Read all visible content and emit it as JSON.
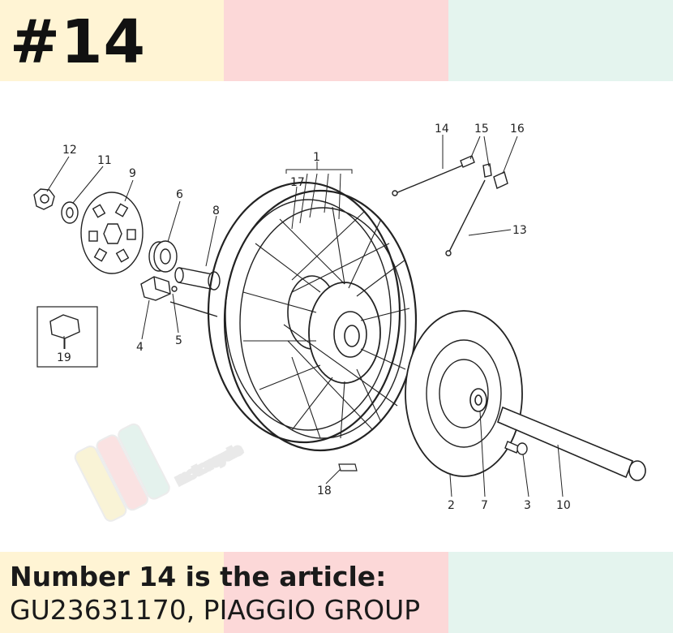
{
  "header": {
    "part_number": "#14"
  },
  "caption": {
    "line1": "Number 14 is the article:",
    "line2": "GU23631170, PIAGGIO GROUP"
  },
  "watermark": {
    "text": "motorcycle"
  },
  "callouts": [
    "1",
    "2",
    "3",
    "4",
    "5",
    "6",
    "7",
    "8",
    "9",
    "10",
    "11",
    "12",
    "13",
    "14",
    "15",
    "16",
    "17",
    "18",
    "19"
  ],
  "colors": {
    "band_yellow": "#fff4d4",
    "band_pink": "#fcd8d8",
    "band_green": "#e4f4ee",
    "line": "#222222"
  }
}
